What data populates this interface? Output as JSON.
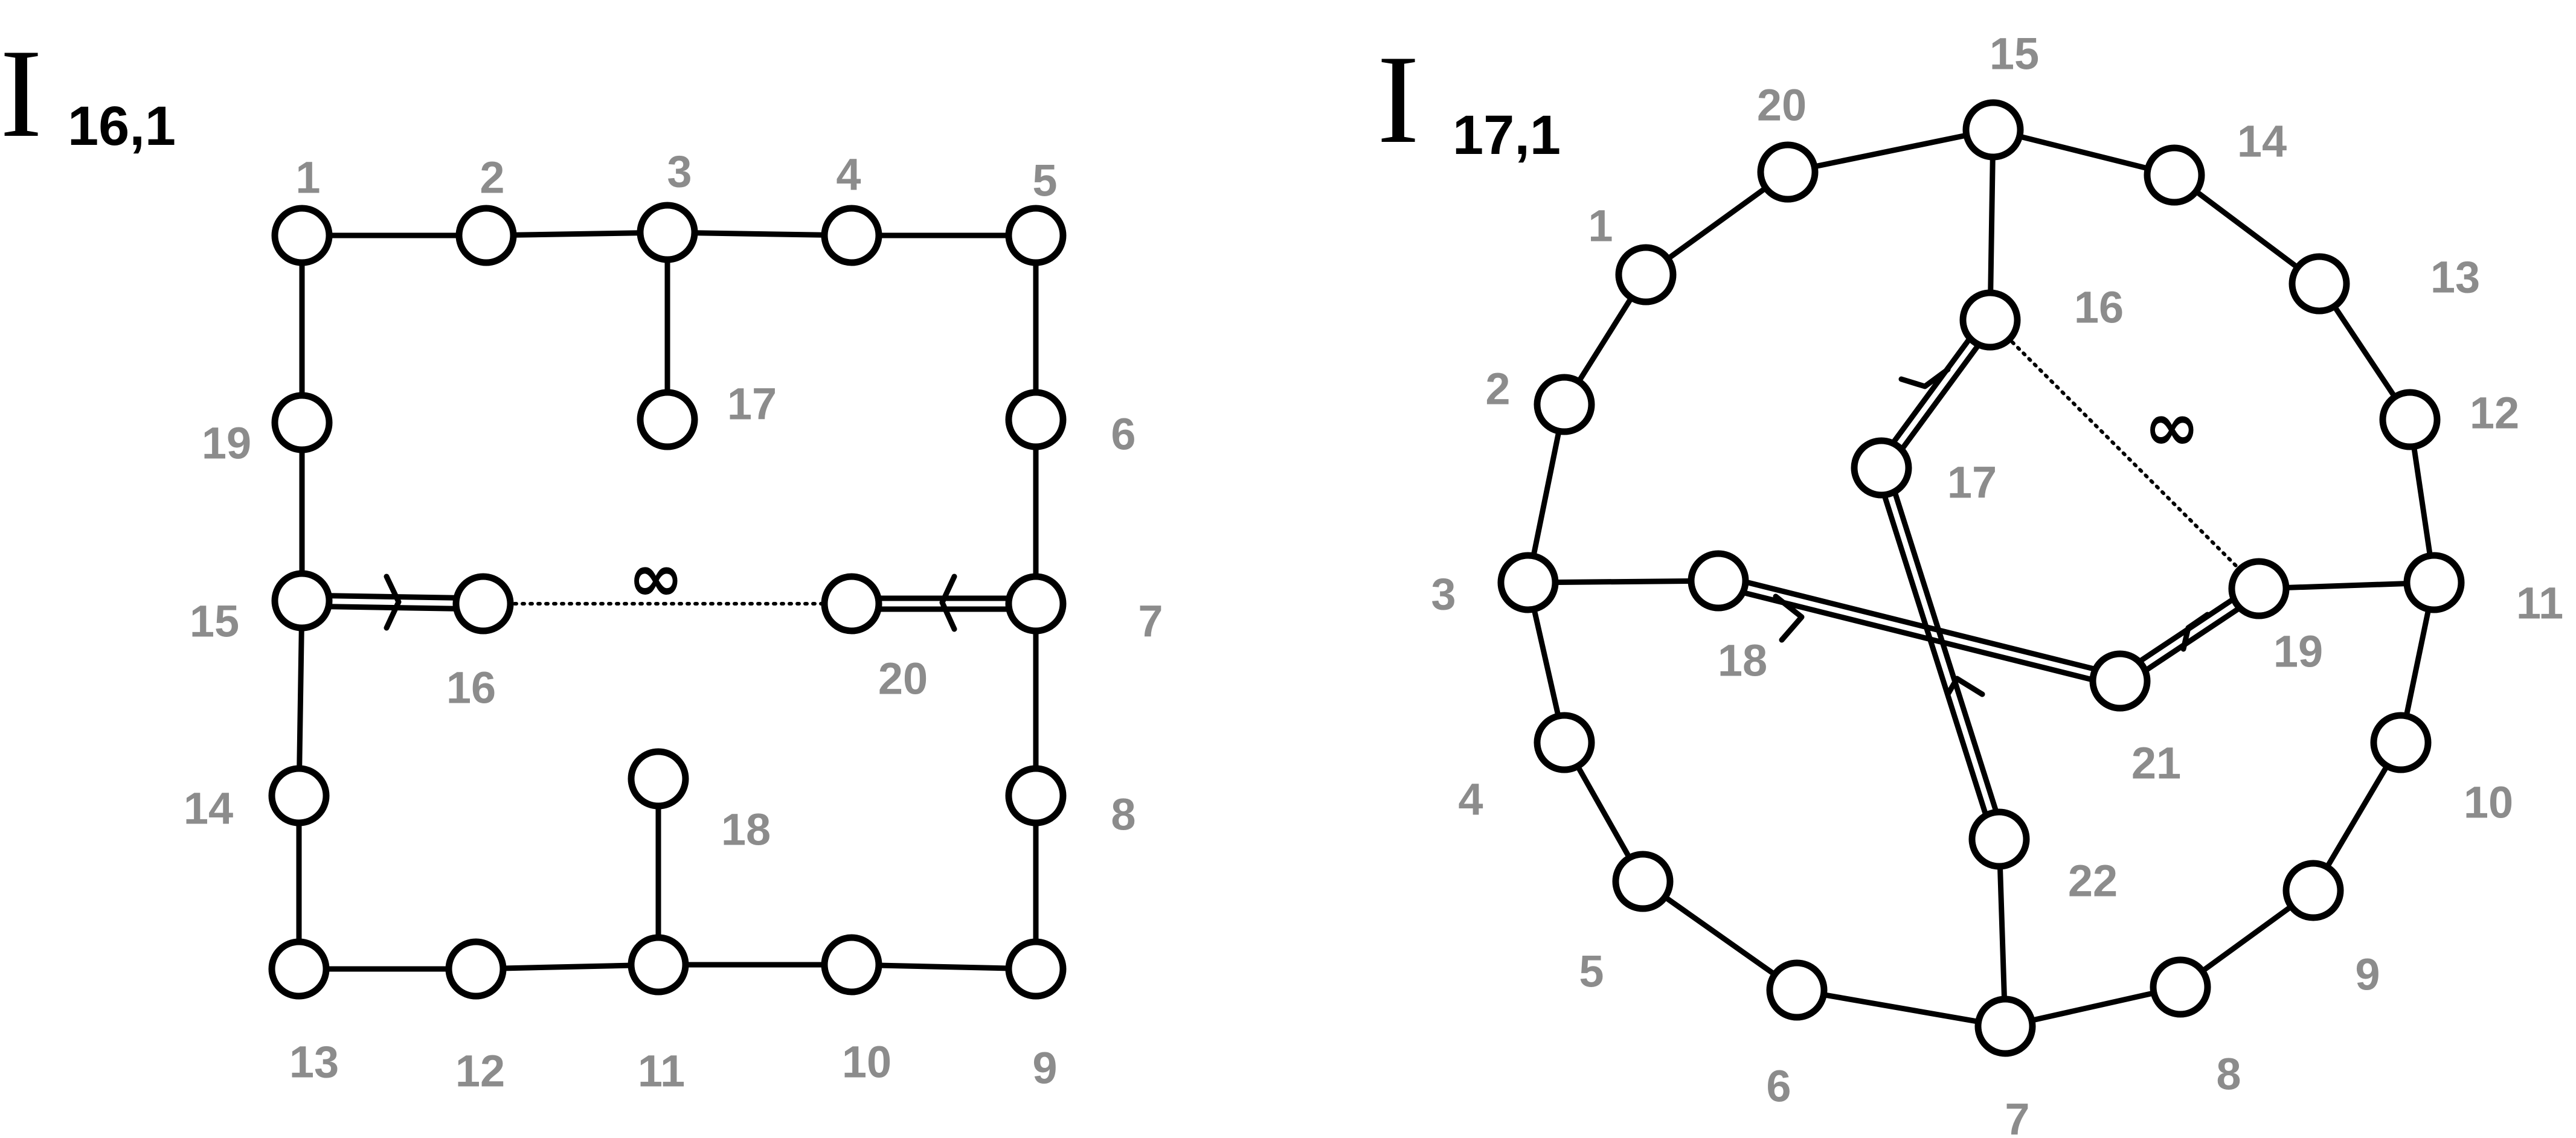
{
  "graphs": [
    {
      "id": "g16",
      "title_main": "I",
      "title_sub": "16,1",
      "infinity_label": "∞",
      "nodes": [
        "1",
        "2",
        "3",
        "4",
        "5",
        "6",
        "7",
        "8",
        "9",
        "10",
        "11",
        "12",
        "13",
        "14",
        "15",
        "16",
        "17",
        "18",
        "19",
        "20"
      ],
      "edges": [
        [
          "1",
          "2"
        ],
        [
          "2",
          "3"
        ],
        [
          "3",
          "4"
        ],
        [
          "4",
          "5"
        ],
        [
          "5",
          "6"
        ],
        [
          "6",
          "7"
        ],
        [
          "7",
          "8"
        ],
        [
          "8",
          "9"
        ],
        [
          "9",
          "10"
        ],
        [
          "10",
          "11"
        ],
        [
          "11",
          "12"
        ],
        [
          "12",
          "13"
        ],
        [
          "13",
          "14"
        ],
        [
          "14",
          "15"
        ],
        [
          "15",
          "19"
        ],
        [
          "19",
          "1"
        ],
        [
          "3",
          "17"
        ],
        [
          "11",
          "18"
        ]
      ],
      "double_edges": [
        [
          "15",
          "16"
        ],
        [
          "7",
          "20"
        ]
      ],
      "dotted_edges": [
        [
          "16",
          "20"
        ]
      ]
    },
    {
      "id": "g17",
      "title_main": "I",
      "title_sub": "17,1",
      "infinity_label": "∞",
      "nodes": [
        "1",
        "2",
        "3",
        "4",
        "5",
        "6",
        "7",
        "8",
        "9",
        "10",
        "11",
        "12",
        "13",
        "14",
        "15",
        "16",
        "17",
        "18",
        "19",
        "20",
        "21",
        "22"
      ],
      "edges": [
        [
          "15",
          "14"
        ],
        [
          "14",
          "13"
        ],
        [
          "13",
          "12"
        ],
        [
          "12",
          "11"
        ],
        [
          "11",
          "10"
        ],
        [
          "10",
          "9"
        ],
        [
          "9",
          "8"
        ],
        [
          "8",
          "7"
        ],
        [
          "7",
          "6"
        ],
        [
          "6",
          "5"
        ],
        [
          "5",
          "4"
        ],
        [
          "4",
          "3"
        ],
        [
          "3",
          "2"
        ],
        [
          "2",
          "1"
        ],
        [
          "1",
          "20"
        ],
        [
          "20",
          "15"
        ],
        [
          "15",
          "16"
        ],
        [
          "3",
          "18"
        ],
        [
          "11",
          "19"
        ],
        [
          "7",
          "22"
        ]
      ],
      "double_edges": [
        [
          "16",
          "17"
        ],
        [
          "18",
          "21"
        ],
        [
          "19",
          "21"
        ],
        [
          "17",
          "22"
        ]
      ],
      "dotted_edges": [
        [
          "16",
          "19"
        ]
      ]
    }
  ]
}
